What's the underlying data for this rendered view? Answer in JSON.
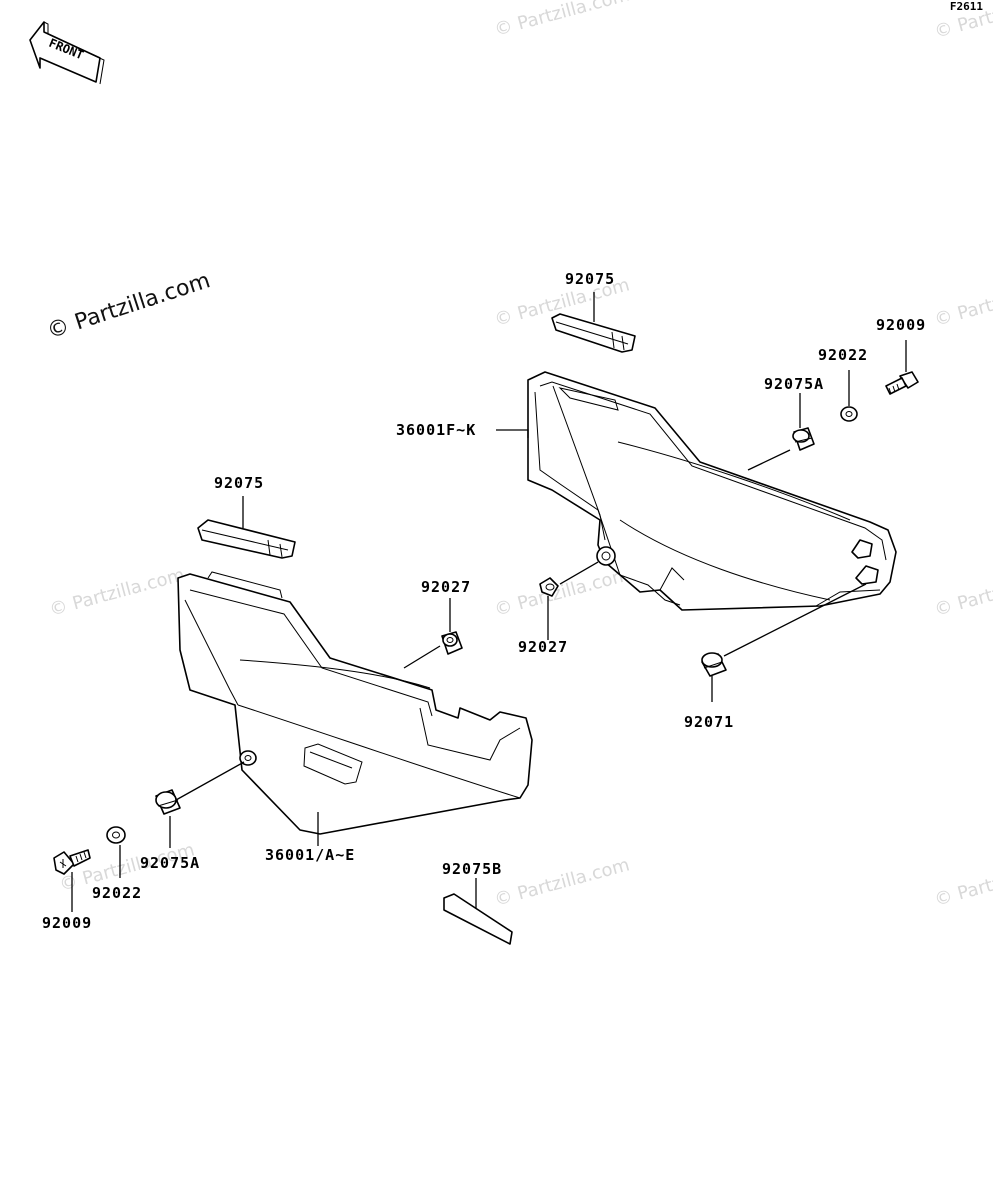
{
  "diagram_code": "F2611",
  "front_label": "FRONT",
  "watermark": "© Partzilla.com",
  "parts": {
    "p92075_right": "92075",
    "p92009_right": "92009",
    "p92022_right": "92022",
    "p92075A_right": "92075A",
    "p36001FK": "36001F~K",
    "p92027_right": "92027",
    "p92071": "92071",
    "p92075_left": "92075",
    "p92027_left": "92027",
    "p92075A_left": "92075A",
    "p36001AE": "36001/A~E",
    "p92022_left": "92022",
    "p92009_left": "92009",
    "p92075B": "92075B"
  }
}
